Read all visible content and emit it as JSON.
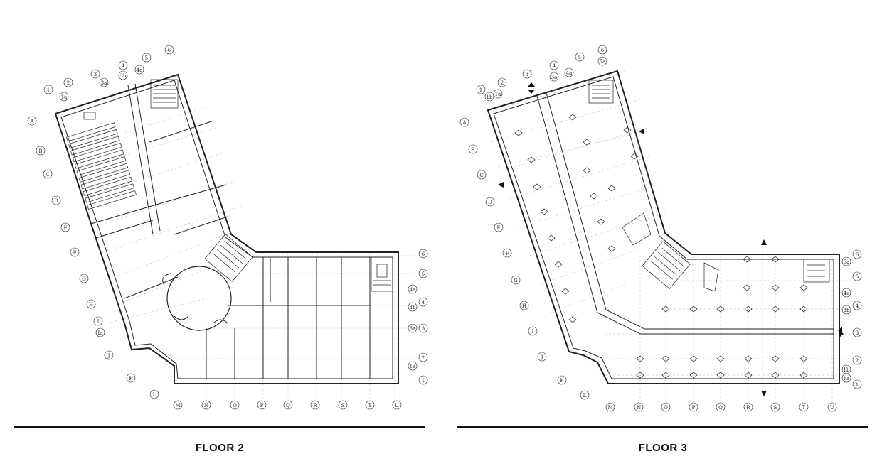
{
  "floors": [
    {
      "title": "FLOOR 2",
      "grid_numbers": [
        "1",
        "1a",
        "2",
        "3",
        "3a",
        "4",
        "3b",
        "4a",
        "5",
        "6"
      ],
      "grid_letters": [
        "A",
        "B",
        "C",
        "D",
        "E",
        "F",
        "G",
        "H",
        "I",
        "Ia",
        "J",
        "K",
        "L"
      ],
      "bottom_letters": [
        "M",
        "N",
        "O",
        "P",
        "Q",
        "R",
        "S",
        "T",
        "U"
      ],
      "right_numbers": [
        "6",
        "5",
        "4a",
        "4",
        "3b",
        "3a",
        "3",
        "2",
        "1a",
        "1"
      ]
    },
    {
      "title": "FLOOR 3",
      "grid_numbers": [
        "1",
        "1b",
        "1a",
        "2",
        "3",
        "3a",
        "4",
        "4a",
        "5",
        "5a",
        "6"
      ],
      "grid_letters": [
        "A",
        "B",
        "C",
        "D",
        "E",
        "F",
        "G",
        "H",
        "I",
        "J",
        "K",
        "L"
      ],
      "bottom_letters": [
        "M",
        "N",
        "O",
        "P",
        "Q",
        "R",
        "S",
        "T",
        "U"
      ],
      "right_numbers": [
        "6",
        "5a",
        "5",
        "4a",
        "4",
        "3b",
        "3",
        "2",
        "1b",
        "1a",
        "1"
      ]
    }
  ]
}
